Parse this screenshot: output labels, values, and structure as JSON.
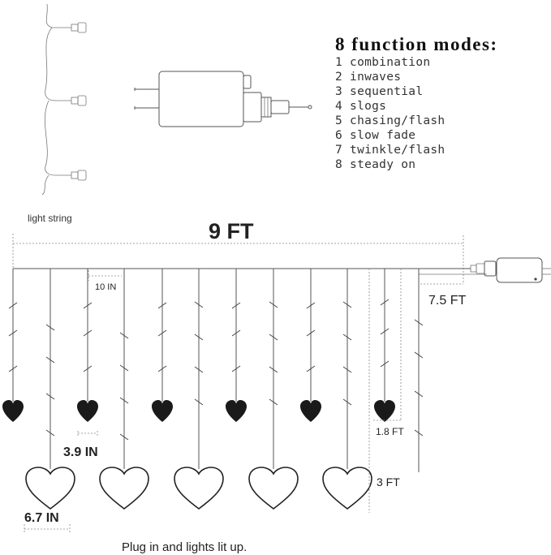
{
  "modes": {
    "title": "8 function modes:",
    "items": [
      "1 combination",
      "2 inwaves",
      "3 sequential",
      "4 slogs",
      "5 chasing/flash",
      "6 slow fade",
      "7 twinkle/flash",
      "8 steady on"
    ]
  },
  "labels": {
    "light_string": "light string",
    "width": "9 FT",
    "spacing": "10 IN",
    "lead": "7.5 FT",
    "short_drop": "1.8 FT",
    "long_drop": "3 FT",
    "small_heart": "3.9 IN",
    "large_heart": "6.7 IN",
    "caption": "Plug in and lights lit up."
  },
  "diagram": {
    "small_heart_count": 6,
    "large_heart_count": 5,
    "colors": {
      "heart_fill": "#1a1a1a",
      "wire": "#555555"
    }
  }
}
